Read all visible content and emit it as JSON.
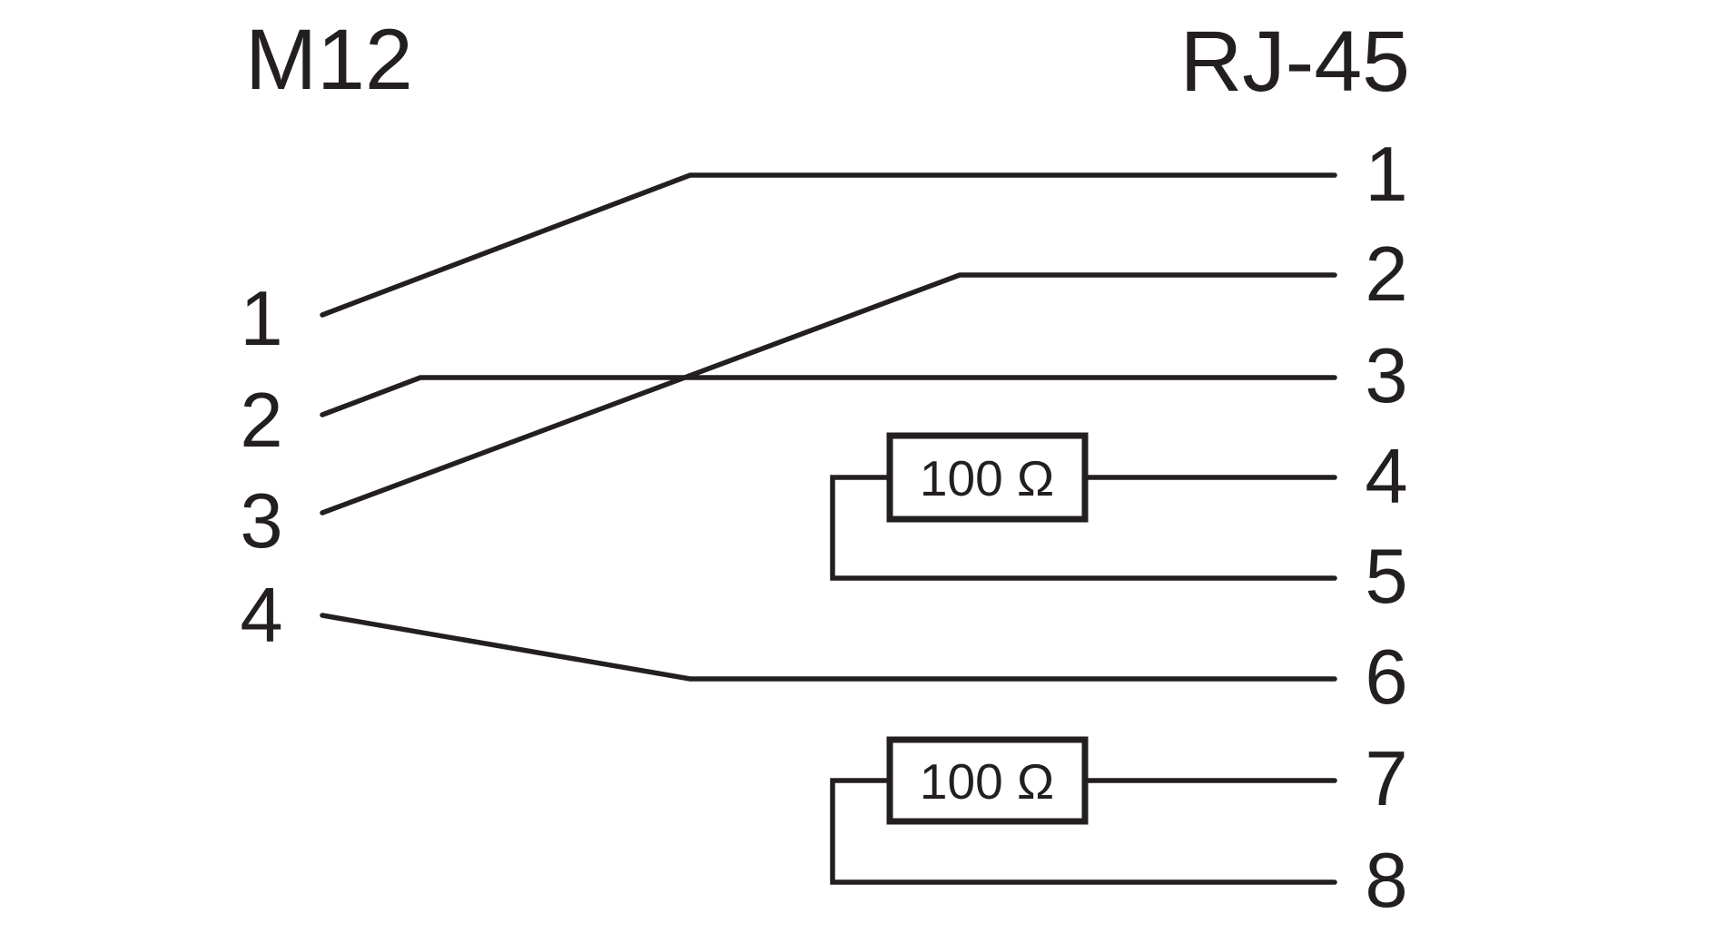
{
  "page": {
    "background": "#ffffff",
    "ink": "#231f20"
  },
  "diagram": {
    "left_connector": {
      "name": "M12",
      "pins": [
        "1",
        "2",
        "3",
        "4"
      ]
    },
    "right_connector": {
      "name": "RJ-45",
      "pins": [
        "1",
        "2",
        "3",
        "4",
        "5",
        "6",
        "7",
        "8"
      ]
    },
    "resistors": [
      {
        "label": "100 Ω"
      },
      {
        "label": "100 Ω"
      }
    ],
    "connections": [
      {
        "from": "M12 pin 1",
        "to": "RJ-45 pin 1"
      },
      {
        "from": "M12 pin 2",
        "to": "RJ-45 pin 3"
      },
      {
        "from": "M12 pin 3",
        "to": "RJ-45 pin 2"
      },
      {
        "from": "M12 pin 4",
        "to": "RJ-45 pin 6"
      },
      {
        "from": "RJ-45 pin 4",
        "to": "RJ-45 pin 5",
        "via": "100 Ω resistor"
      },
      {
        "from": "RJ-45 pin 7",
        "to": "RJ-45 pin 8",
        "via": "100 Ω resistor"
      }
    ]
  }
}
